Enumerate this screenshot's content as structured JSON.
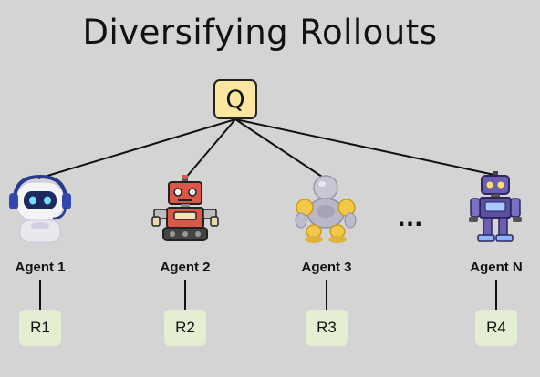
{
  "title": "Diversifying Rollouts",
  "query": {
    "label": "Q",
    "fill": "#fbe6a0"
  },
  "ellipsis": "...",
  "agents": [
    {
      "label": "Agent 1",
      "icon": "robot-headset-icon",
      "result": "R1"
    },
    {
      "label": "Agent 2",
      "icon": "robot-red-boxy-icon",
      "result": "R2"
    },
    {
      "label": "Agent 3",
      "icon": "robot-gray-yellow-icon",
      "result": "R3"
    },
    {
      "label": "Agent N",
      "icon": "robot-purple-icon",
      "result": "R4"
    }
  ],
  "colors": {
    "background": "#d4d4d4",
    "result_box": "#e3eed3",
    "line": "#111111"
  }
}
